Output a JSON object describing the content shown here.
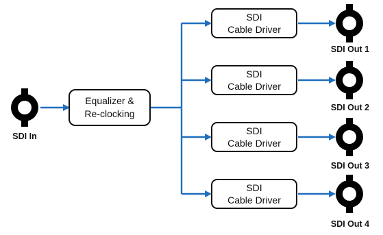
{
  "input": {
    "label": "SDI In"
  },
  "processor": {
    "line1": "Equalizer &",
    "line2": "Re-clocking"
  },
  "drivers": [
    {
      "line1": "SDI",
      "line2": "Cable Driver",
      "output_label": "SDI Out 1"
    },
    {
      "line1": "SDI",
      "line2": "Cable Driver",
      "output_label": "SDI Out 2"
    },
    {
      "line1": "SDI",
      "line2": "Cable Driver",
      "output_label": "SDI Out 3"
    },
    {
      "line1": "SDI",
      "line2": "Cable Driver",
      "output_label": "SDI Out 4"
    }
  ],
  "colors": {
    "signal_line": "#1f6fbf",
    "box_stroke": "#111111",
    "connector": "#000000"
  }
}
